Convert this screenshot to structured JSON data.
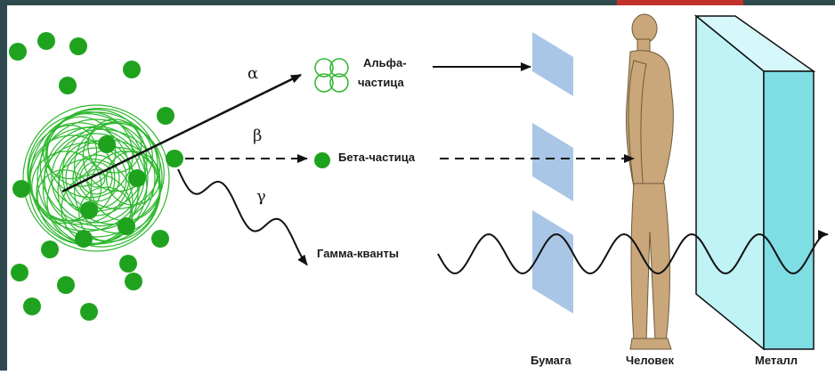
{
  "colors": {
    "frame_top": "#2e4a4e",
    "accent_red": "#c0312b",
    "atom_green": "#2eb82e",
    "particle_green": "#1fa31f",
    "paper_blue": "#a9c6e6",
    "metal_front": "#bff3f6",
    "metal_side": "#7fdde4",
    "human_skin": "#c9a77a",
    "ray": "#111111"
  },
  "rays": {
    "alpha": {
      "symbol": "α",
      "label_line1": "Альфа-",
      "label_line2": "частица"
    },
    "beta": {
      "symbol": "β",
      "label": "Бета-частица"
    },
    "gamma": {
      "symbol": "γ",
      "label": "Гамма-кванты"
    }
  },
  "captions": {
    "paper": "Бумага",
    "human": "Человек",
    "metal": "Металл"
  },
  "icons": {
    "atom": "nucleus-shell-icon",
    "alpha": "alpha-particle-icon",
    "beta": "beta-particle-icon",
    "human": "human-figure-icon",
    "metal": "metal-block-icon",
    "paper": "paper-sheet-icon"
  }
}
